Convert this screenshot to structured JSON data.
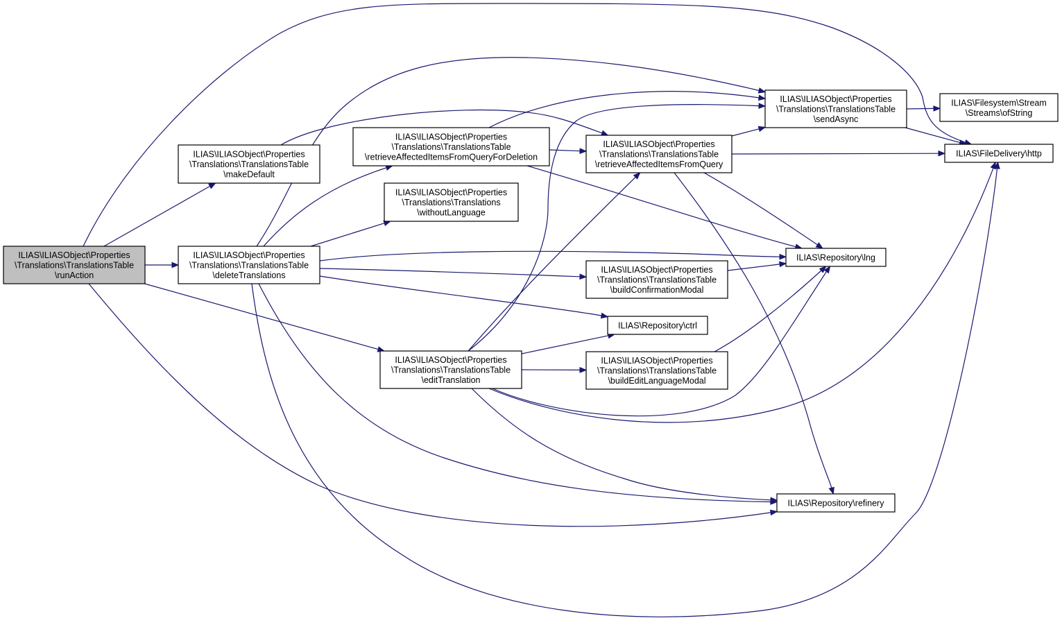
{
  "graph": {
    "nodes": [
      {
        "id": "runAction",
        "label": [
          "ILIAS\\ILIASObject\\Properties",
          "\\Translations\\TranslationsTable",
          "\\runAction"
        ],
        "highlighted": true
      },
      {
        "id": "makeDefault",
        "label": [
          "ILIAS\\ILIASObject\\Properties",
          "\\Translations\\TranslationsTable",
          "\\makeDefault"
        ]
      },
      {
        "id": "deleteTranslations",
        "label": [
          "ILIAS\\ILIASObject\\Properties",
          "\\Translations\\TranslationsTable",
          "\\deleteTranslations"
        ]
      },
      {
        "id": "retrieveForDeletion",
        "label": [
          "ILIAS\\ILIASObject\\Properties",
          "\\Translations\\TranslationsTable",
          "\\retrieveAffectedItemsFromQueryForDeletion"
        ]
      },
      {
        "id": "withoutLanguage",
        "label": [
          "ILIAS\\ILIASObject\\Properties",
          "\\Translations\\Translations",
          "\\withoutLanguage"
        ]
      },
      {
        "id": "editTranslation",
        "label": [
          "ILIAS\\ILIASObject\\Properties",
          "\\Translations\\TranslationsTable",
          "\\editTranslation"
        ]
      },
      {
        "id": "retrieveFromQuery",
        "label": [
          "ILIAS\\ILIASObject\\Properties",
          "\\Translations\\TranslationsTable",
          "\\retrieveAffectedItemsFromQuery"
        ]
      },
      {
        "id": "buildConfirmationModal",
        "label": [
          "ILIAS\\ILIASObject\\Properties",
          "\\Translations\\TranslationsTable",
          "\\buildConfirmationModal"
        ]
      },
      {
        "id": "ctrl",
        "label": [
          "ILIAS\\Repository\\ctrl"
        ]
      },
      {
        "id": "buildEditLanguageModal",
        "label": [
          "ILIAS\\ILIASObject\\Properties",
          "\\Translations\\TranslationsTable",
          "\\buildEditLanguageModal"
        ]
      },
      {
        "id": "sendAsync",
        "label": [
          "ILIAS\\ILIASObject\\Properties",
          "\\Translations\\TranslationsTable",
          "\\sendAsync"
        ]
      },
      {
        "id": "lng",
        "label": [
          "ILIAS\\Repository\\lng"
        ]
      },
      {
        "id": "refinery",
        "label": [
          "ILIAS\\Repository\\refinery"
        ]
      },
      {
        "id": "ofString",
        "label": [
          "ILIAS\\Filesystem\\Stream",
          "\\Streams\\ofString"
        ]
      },
      {
        "id": "http",
        "label": [
          "ILIAS\\FileDelivery\\http"
        ]
      }
    ],
    "edges": [
      {
        "from": "runAction",
        "to": "makeDefault"
      },
      {
        "from": "runAction",
        "to": "deleteTranslations"
      },
      {
        "from": "runAction",
        "to": "editTranslation"
      },
      {
        "from": "runAction",
        "to": "http"
      },
      {
        "from": "runAction",
        "to": "refinery"
      },
      {
        "from": "makeDefault",
        "to": "retrieveFromQuery"
      },
      {
        "from": "deleteTranslations",
        "to": "retrieveForDeletion"
      },
      {
        "from": "deleteTranslations",
        "to": "withoutLanguage"
      },
      {
        "from": "deleteTranslations",
        "to": "sendAsync"
      },
      {
        "from": "deleteTranslations",
        "to": "lng"
      },
      {
        "from": "deleteTranslations",
        "to": "buildConfirmationModal"
      },
      {
        "from": "deleteTranslations",
        "to": "ctrl"
      },
      {
        "from": "deleteTranslations",
        "to": "refinery"
      },
      {
        "from": "deleteTranslations",
        "to": "http"
      },
      {
        "from": "retrieveForDeletion",
        "to": "retrieveFromQuery"
      },
      {
        "from": "retrieveForDeletion",
        "to": "sendAsync"
      },
      {
        "from": "retrieveForDeletion",
        "to": "lng"
      },
      {
        "from": "editTranslation",
        "to": "retrieveFromQuery"
      },
      {
        "from": "editTranslation",
        "to": "sendAsync"
      },
      {
        "from": "editTranslation",
        "to": "ctrl"
      },
      {
        "from": "editTranslation",
        "to": "buildEditLanguageModal"
      },
      {
        "from": "editTranslation",
        "to": "lng"
      },
      {
        "from": "editTranslation",
        "to": "http"
      },
      {
        "from": "editTranslation",
        "to": "refinery"
      },
      {
        "from": "retrieveFromQuery",
        "to": "sendAsync"
      },
      {
        "from": "retrieveFromQuery",
        "to": "http"
      },
      {
        "from": "retrieveFromQuery",
        "to": "lng"
      },
      {
        "from": "retrieveFromQuery",
        "to": "refinery"
      },
      {
        "from": "buildConfirmationModal",
        "to": "lng"
      },
      {
        "from": "buildEditLanguageModal",
        "to": "lng"
      },
      {
        "from": "sendAsync",
        "to": "ofString"
      },
      {
        "from": "sendAsync",
        "to": "http"
      }
    ]
  },
  "colors": {
    "edge": "#191970",
    "highlighted_node": "#bfbfbf",
    "node": "#ffffff"
  }
}
